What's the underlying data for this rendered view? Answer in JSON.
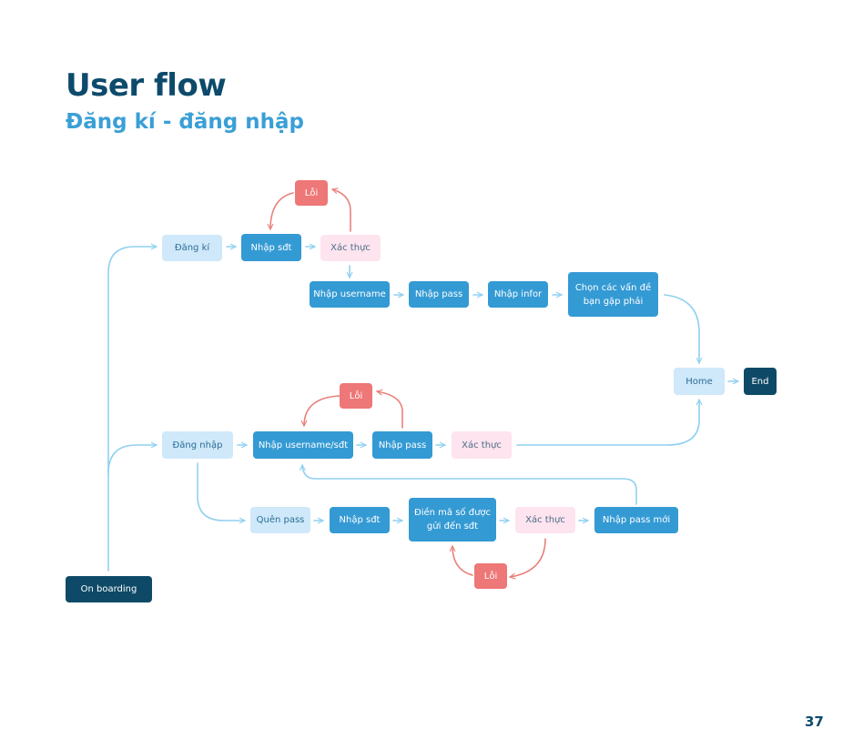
{
  "header": {
    "title": "User flow",
    "subtitle": "Đăng kí - đăng nhập"
  },
  "nodes": {
    "dang_ki": "Đăng kí",
    "nhap_sdt_1": "Nhập sđt",
    "xac_thuc_1": "Xác thực",
    "loi_1": "Lỗi",
    "nhap_username": "Nhập username",
    "nhap_pass_1": "Nhập pass",
    "nhap_infor": "Nhập infor",
    "chon_van_de": "Chọn các vấn đề bạn gặp phải",
    "home": "Home",
    "end": "End",
    "dang_nhap": "Đăng nhập",
    "loi_2": "Lỗi",
    "nhap_username_sdt": "Nhập username/sđt",
    "nhap_pass_2": "Nhập pass",
    "xac_thuc_2": "Xác thực",
    "quen_pass": "Quên pass",
    "nhap_sdt_2": "Nhập sđt",
    "dien_ma": "Điền mã số được gửi đến sđt",
    "xac_thuc_3": "Xác thực",
    "nhap_pass_moi": "Nhập pass mới",
    "loi_3": "Lỗi",
    "on_boarding": "On boarding"
  },
  "colors": {
    "title": "#0d4a6b",
    "subtitle": "#3a9fd6",
    "connector": "#8fd0f0",
    "error_connector": "#e9807a"
  },
  "page_number": "37"
}
